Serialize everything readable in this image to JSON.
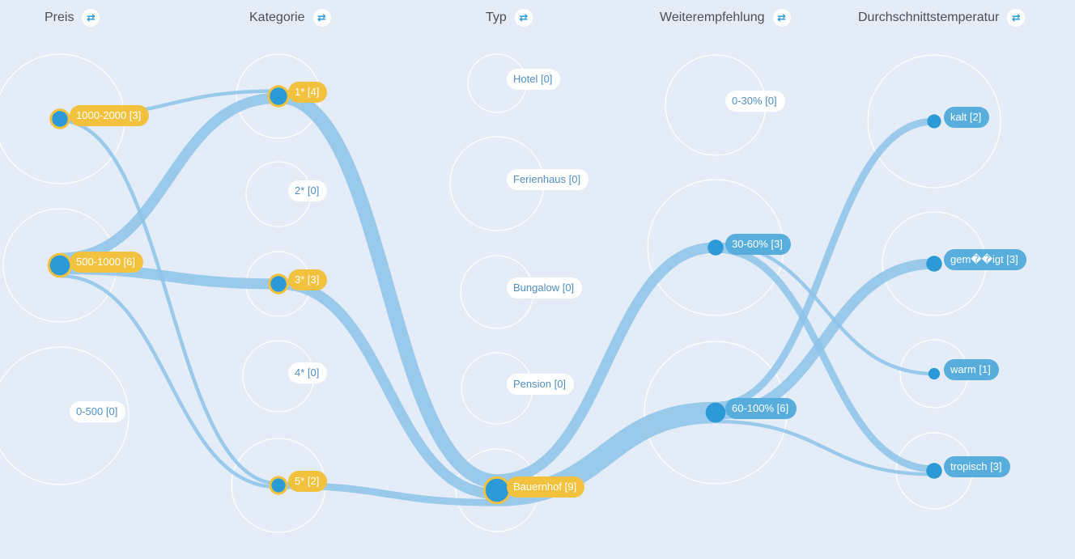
{
  "colors": {
    "background": "#e4ecf7",
    "flow": "#8cc3e9",
    "node": "#2b9ad6",
    "selected": "#f2c23e",
    "active_pill": "#57aedd",
    "ring": "#ffffff"
  },
  "columns": [
    {
      "id": "preis",
      "title": "Preis",
      "icon": "swap-icon",
      "items": [
        {
          "id": "p1000",
          "label": "1000-2000 [3]",
          "state": "selected",
          "count": 3
        },
        {
          "id": "p500",
          "label": "500-1000 [6]",
          "state": "selected",
          "count": 6
        },
        {
          "id": "p0",
          "label": "0-500 [0]",
          "state": "empty",
          "count": 0
        }
      ]
    },
    {
      "id": "kategorie",
      "title": "Kategorie",
      "icon": "swap-icon",
      "items": [
        {
          "id": "k1",
          "label": "1* [4]",
          "state": "selected",
          "count": 4
        },
        {
          "id": "k2",
          "label": "2* [0]",
          "state": "empty",
          "count": 0
        },
        {
          "id": "k3",
          "label": "3* [3]",
          "state": "selected",
          "count": 3
        },
        {
          "id": "k4",
          "label": "4* [0]",
          "state": "empty",
          "count": 0
        },
        {
          "id": "k5",
          "label": "5* [2]",
          "state": "selected",
          "count": 2
        }
      ]
    },
    {
      "id": "typ",
      "title": "Typ",
      "icon": "swap-icon",
      "items": [
        {
          "id": "hotel",
          "label": "Hotel [0]",
          "state": "empty",
          "count": 0
        },
        {
          "id": "ferien",
          "label": "Ferienhaus [0]",
          "state": "empty",
          "count": 0
        },
        {
          "id": "bungalow",
          "label": "Bungalow [0]",
          "state": "empty",
          "count": 0
        },
        {
          "id": "pension",
          "label": "Pension [0]",
          "state": "empty",
          "count": 0
        },
        {
          "id": "bauernhof",
          "label": "Bauernhof [9]",
          "state": "selected",
          "count": 9
        }
      ]
    },
    {
      "id": "weiter",
      "title": "Weiterempfehlung",
      "icon": "swap-icon",
      "items": [
        {
          "id": "w0",
          "label": "0-30% [0]",
          "state": "empty",
          "count": 0
        },
        {
          "id": "w30",
          "label": "30-60% [3]",
          "state": "active",
          "count": 3
        },
        {
          "id": "w60",
          "label": "60-100% [6]",
          "state": "active",
          "count": 6
        }
      ]
    },
    {
      "id": "temp",
      "title": "Durchschnittstemperatur",
      "icon": "swap-icon",
      "items": [
        {
          "id": "kalt",
          "label": "kalt [2]",
          "state": "active",
          "count": 2
        },
        {
          "id": "gem",
          "label": "gem��igt [3]",
          "state": "active",
          "count": 3
        },
        {
          "id": "warm",
          "label": "warm [1]",
          "state": "active",
          "count": 1
        },
        {
          "id": "tropisch",
          "label": "tropisch [3]",
          "state": "active",
          "count": 3
        }
      ]
    }
  ],
  "flows": [
    {
      "from": "p1000",
      "to": "k1",
      "value": 1
    },
    {
      "from": "p1000",
      "to": "k5",
      "value": 1
    },
    {
      "from": "p500",
      "to": "k1",
      "value": 3
    },
    {
      "from": "p500",
      "to": "k3",
      "value": 3
    },
    {
      "from": "p500",
      "to": "k5",
      "value": 1
    },
    {
      "from": "k1",
      "to": "bauernhof",
      "value": 4
    },
    {
      "from": "k3",
      "to": "bauernhof",
      "value": 3
    },
    {
      "from": "k5",
      "to": "bauernhof",
      "value": 2
    },
    {
      "from": "bauernhof",
      "to": "w30",
      "value": 3
    },
    {
      "from": "bauernhof",
      "to": "w60",
      "value": 6
    },
    {
      "from": "w30",
      "to": "warm",
      "value": 1
    },
    {
      "from": "w30",
      "to": "tropisch",
      "value": 2
    },
    {
      "from": "w60",
      "to": "kalt",
      "value": 2
    },
    {
      "from": "w60",
      "to": "gem",
      "value": 3
    },
    {
      "from": "w60",
      "to": "tropisch",
      "value": 1
    }
  ]
}
